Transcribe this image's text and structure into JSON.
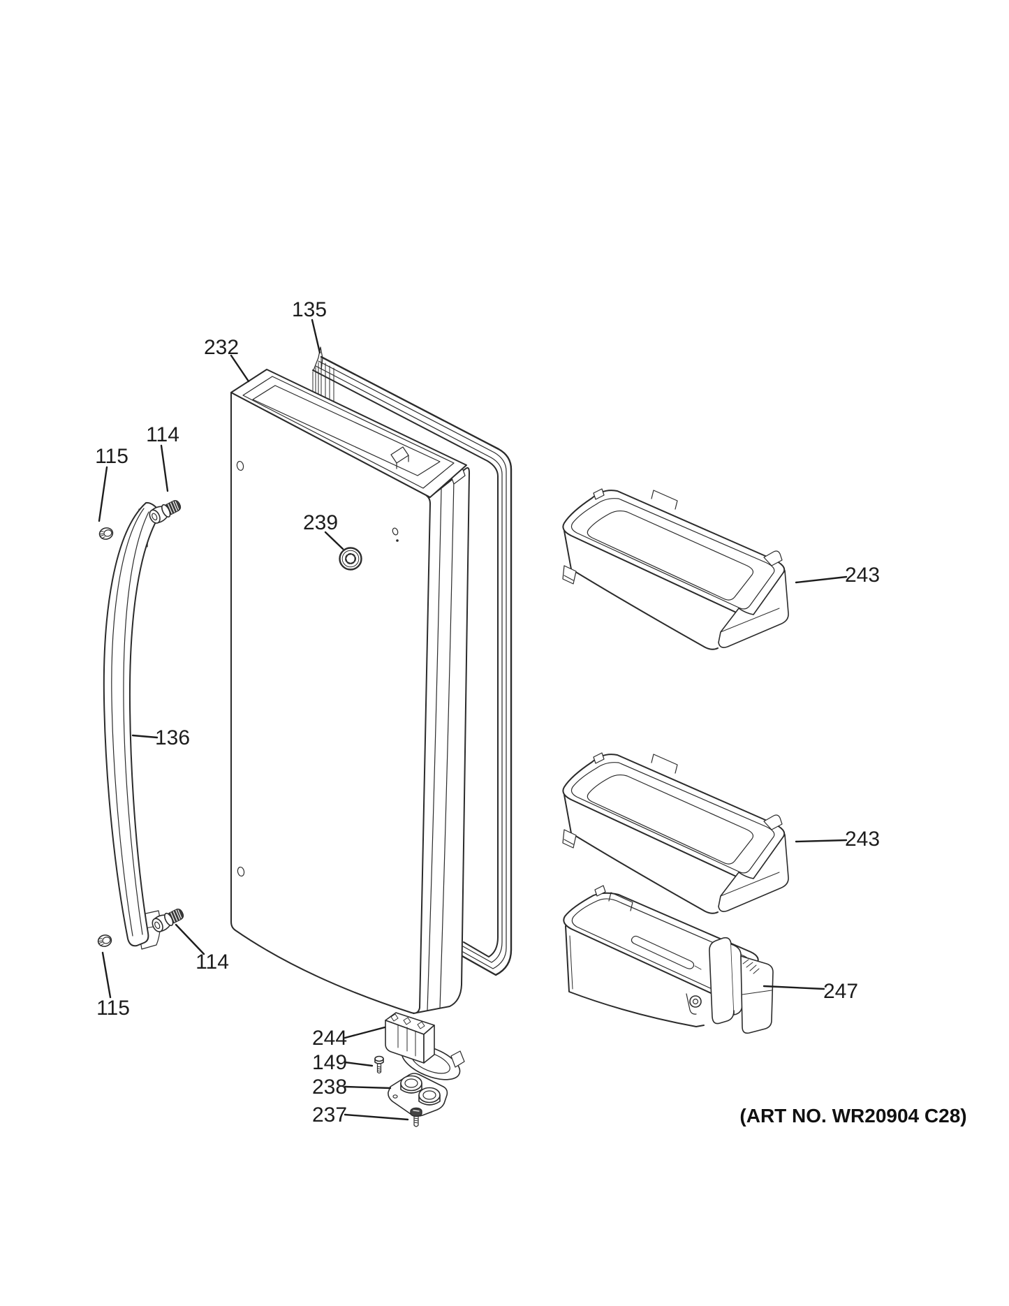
{
  "diagram": {
    "art_no": "(ART NO. WR20904 C28)",
    "callouts": {
      "gasket": "135",
      "door_panel": "232",
      "handle_screw_top": "114",
      "handle_cap_top": "115",
      "ge_badge": "239",
      "handle": "136",
      "handle_screw_bottom": "114",
      "handle_cap_bottom": "115",
      "hinge_bracket": "244",
      "hinge_screw": "149",
      "bearing_retainer": "238",
      "retainer_screw": "237",
      "bin_upper": "243",
      "bin_middle": "243",
      "bin_lower": "247"
    }
  }
}
